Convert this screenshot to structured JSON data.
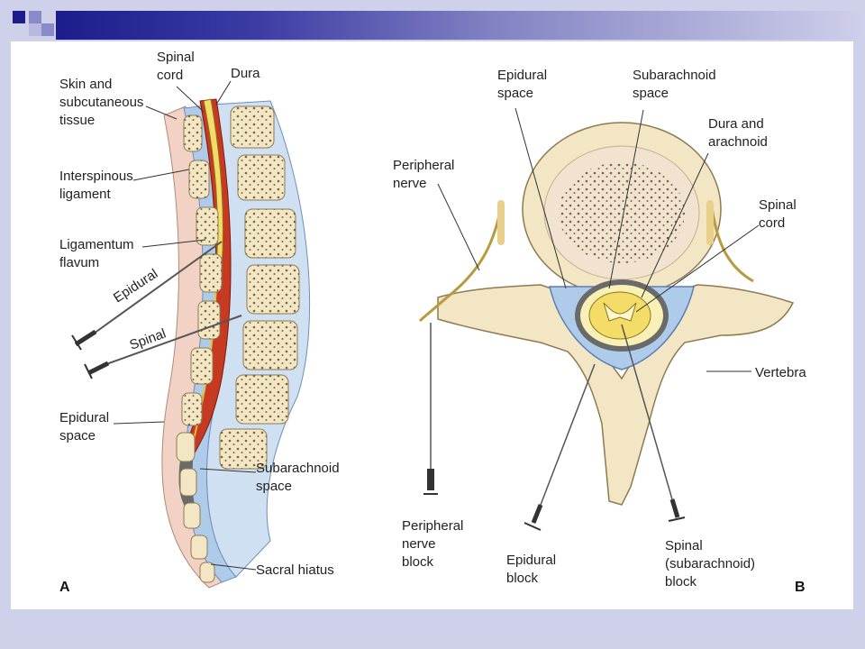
{
  "colors": {
    "background": "#cfd0ea",
    "header_dark": "#1c1c8c",
    "bone": "#f3e6c4",
    "bone_outline": "#8f7a50",
    "dura": "#c63a22",
    "cord": "#f3dc68",
    "epidural_space": "#aecbea",
    "skin": "#f2d2c4"
  },
  "panel_a": {
    "panel_letter": "A",
    "labels": {
      "skin": [
        "Skin and",
        "subcutaneous",
        "tissue"
      ],
      "spinal_cord": [
        "Spinal",
        "cord"
      ],
      "dura": [
        "Dura"
      ],
      "interspinous": [
        "Interspinous",
        "ligament"
      ],
      "ligamentum": [
        "Ligamentum",
        "flavum"
      ],
      "epidural_needle": "Epidural",
      "spinal_needle": "Spinal",
      "epidural_space": [
        "Epidural",
        "space"
      ],
      "subarachnoid": [
        "Subarachnoid",
        "space"
      ],
      "sacral_hiatus": [
        "Sacral hiatus"
      ]
    }
  },
  "panel_b": {
    "panel_letter": "B",
    "labels": {
      "epidural_space": [
        "Epidural",
        "space"
      ],
      "subarachnoid": [
        "Subarachnoid",
        "space"
      ],
      "dura_arachnoid": [
        "Dura and",
        "arachnoid"
      ],
      "peripheral_nerve": [
        "Peripheral",
        "nerve"
      ],
      "spinal_cord": [
        "Spinal",
        "cord"
      ],
      "vertebra": [
        "Vertebra"
      ],
      "peripheral_block": [
        "Peripheral",
        "nerve",
        "block"
      ],
      "epidural_block": [
        "Epidural",
        "block"
      ],
      "spinal_block": [
        "Spinal",
        "(subarachnoid)",
        "block"
      ]
    }
  }
}
